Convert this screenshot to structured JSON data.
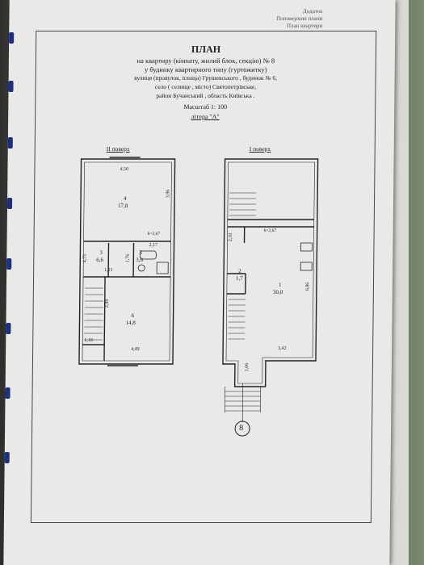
{
  "corner_note": [
    "Додаток",
    "Поповерхові плани",
    "План квартири"
  ],
  "heading": {
    "title": "ПЛАН",
    "line1": "на квартиру (кімнату, жилий блок, секцію) № 8",
    "line2": "у будинку квартирного типу (гуртожитку)",
    "line3": "вулиця (провулок, площа)   Грушевського   , будинок № 6,",
    "line4": "село ( селище , місто) Святопетрівське,",
    "line5": "район  Бучанський   , область  Київська  .",
    "scale": "Масштаб 1: 100",
    "letter": "літера \"А\""
  },
  "floors": {
    "second": {
      "label": "II поверх",
      "dims": [
        "4,50",
        "3,96",
        "h=2,67",
        "2,17",
        "4,75",
        "1,21",
        "1,76",
        "2,99",
        "1,10",
        "4,49"
      ],
      "rooms": [
        {
          "num": "4",
          "area": "17,8"
        },
        {
          "num": "3",
          "area": "6,6"
        },
        {
          "num": "5",
          "area": "3,8"
        },
        {
          "num": "6",
          "area": "14,8"
        }
      ]
    },
    "first": {
      "label": "I поверх",
      "dims": [
        "2,10",
        "h=2,67",
        "6,86",
        "3,42",
        "1,06"
      ],
      "rooms": [
        {
          "num": "2",
          "area": "1,7"
        },
        {
          "num": "1",
          "area": "30,0"
        }
      ],
      "apt_marker": "8"
    }
  }
}
